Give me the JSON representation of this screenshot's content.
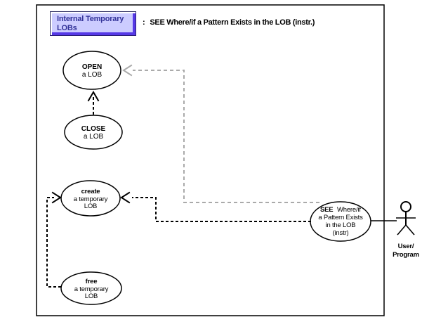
{
  "header": {
    "tab_line1": "Internal Temporary",
    "tab_line2": "LOBs",
    "separator": ":",
    "title": "SEE Where/if a Pattern Exists in the LOB (instr.)"
  },
  "usecases": {
    "open": {
      "line1": "OPEN",
      "line2": "a LOB"
    },
    "close": {
      "line1": "CLOSE",
      "line2": "a LOB"
    },
    "create": {
      "line1": "create",
      "line2": "a temporary",
      "line3": "LOB"
    },
    "free": {
      "line1": "free",
      "line2": "a temporary",
      "line3": "LOB"
    },
    "see": {
      "line1_bold": "SEE",
      "line1_rest": "Where/if",
      "line2": "a Pattern Exists",
      "line3": "in the LOB",
      "line4": "(instr)"
    }
  },
  "actor": {
    "label_line1": "User/",
    "label_line2": "Program"
  },
  "colors": {
    "background": "#ffffff",
    "tab_fill": "#ccccff",
    "tab_text": "#333399",
    "tab_shadow": "#5639e6",
    "tab_outline": "#333366",
    "line_black": "#000000",
    "line_gray": "#aaaaaa"
  }
}
